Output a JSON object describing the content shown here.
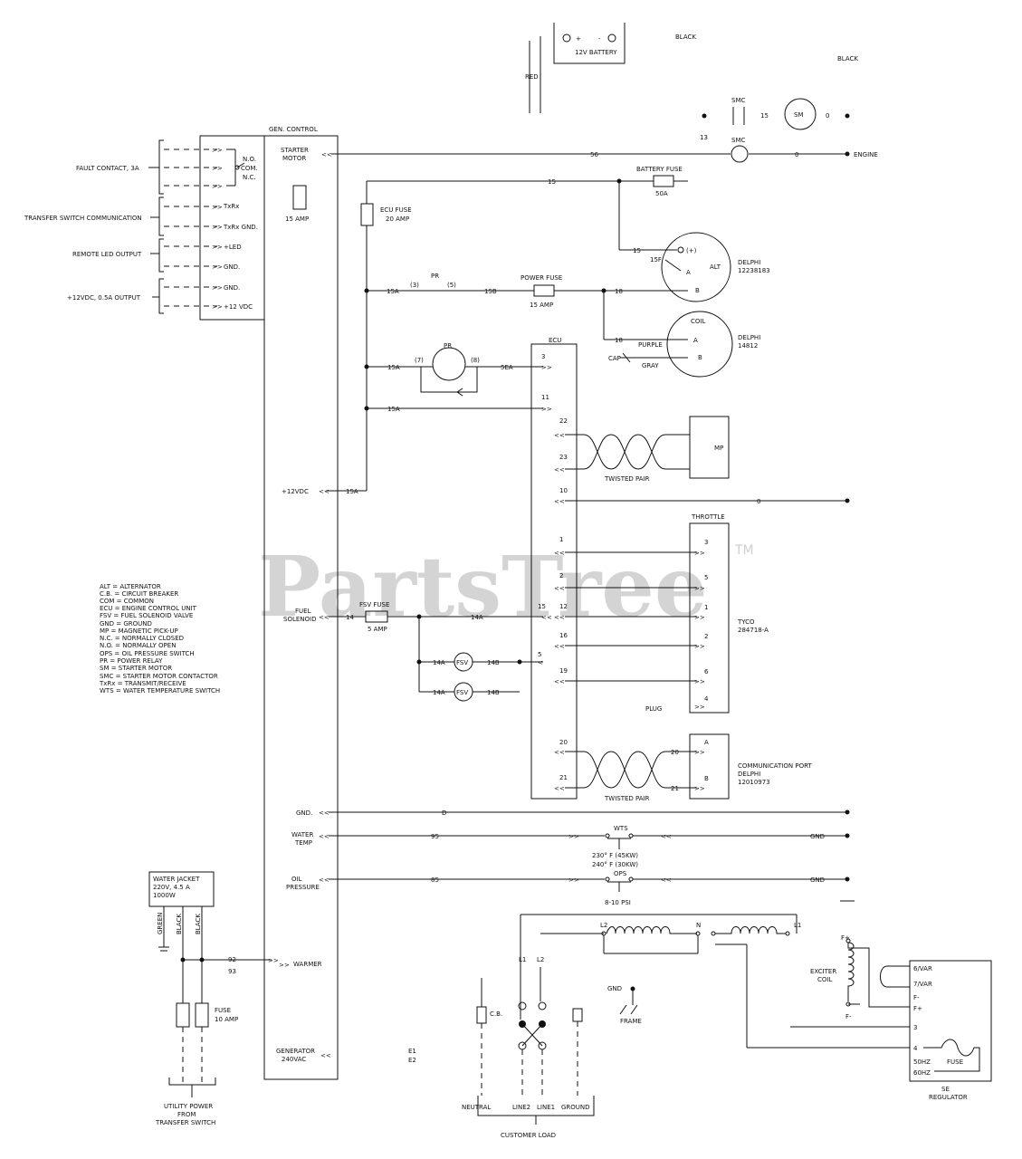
{
  "battery": {
    "label": "12V BATTERY",
    "plus": "+",
    "minus": "-",
    "red": "RED",
    "black1": "BLACK",
    "black2": "BLACK"
  },
  "starter": {
    "smc": "SMC",
    "sm": "SM",
    "n15": "15",
    "n0": "0",
    "n13": "13"
  },
  "gen_control": {
    "title": "GEN. CONTROL",
    "starter_motor": [
      "STARTER",
      "MOTOR"
    ],
    "fuse_15": "15 AMP",
    "plus12vdc": "+12VDC",
    "fuel_solenoid": [
      "FUEL",
      "SOLENOID"
    ],
    "gnd": "GND.",
    "water_temp": [
      "WATER",
      "TEMP"
    ],
    "oil_pressure": [
      "OIL",
      "PRESSURE"
    ],
    "warmer": "WARMER",
    "generator": [
      "GENERATOR",
      "240VAC"
    ]
  },
  "terminal_block": {
    "labels": [
      "N.O.",
      "COM.",
      "N.C.",
      "TxRx",
      "TxRx GND.",
      "+LED",
      "GND.",
      "GND.",
      "+12 VDC"
    ],
    "fault_contact": "FAULT CONTACT, 3A",
    "transfer_switch": "TRANSFER SWITCH COMMUNICATION",
    "remote_led": "REMOTE LED OUTPUT",
    "output_12v": "+12VDC, 0.5A OUTPUT"
  },
  "wires": {
    "w56": "56",
    "w0": "0",
    "w15": "15",
    "w15a": "15A",
    "w15b": "15B",
    "w18": "18",
    "w5ea": "5EA",
    "w14": "14",
    "w14a": "14A",
    "w14b": "14B",
    "w95": "95",
    "w85": "85",
    "w92": "92",
    "w93": "93",
    "wgnd": "GND",
    "wd": "D",
    "pr": "PR",
    "p3": "(3)",
    "p5": "(5)",
    "p7": "(7)",
    "p8": "(8)"
  },
  "engine": {
    "label": "ENGINE"
  },
  "battery_fuse": {
    "label": "BATTERY FUSE",
    "rating": "50A"
  },
  "ecu_fuse": {
    "label": "ECU FUSE",
    "rating": "20 AMP"
  },
  "power_fuse": {
    "label": "POWER FUSE",
    "rating": "15 AMP"
  },
  "fsv_fuse": {
    "label": "FSV FUSE",
    "rating": "5 AMP"
  },
  "alternator": {
    "label": "ALT",
    "maker": "DELPHI",
    "part": "12238183",
    "pos": "(+)",
    "a": "A",
    "b": "B",
    "n15": "15",
    "n15f": "15F"
  },
  "coil": {
    "label": "COIL",
    "maker": "DELPHI",
    "part": "14812",
    "a": "A",
    "b": "B",
    "purple": "PURPLE",
    "gray": "GRAY",
    "cap": "CAP"
  },
  "ecu": {
    "title": "ECU",
    "pins": [
      "3",
      "11",
      "22",
      "23",
      "10",
      "1",
      "2",
      "12",
      "15",
      "16",
      "5",
      "19",
      "20",
      "21"
    ],
    "twisted_pair": "TWISTED PAIR"
  },
  "mp": {
    "label": "MP"
  },
  "throttle": {
    "title": "THROTTLE",
    "pins": [
      "3",
      "5",
      "1",
      "2",
      "6",
      "4"
    ],
    "maker": "TYCO",
    "part": "284718-A",
    "plug": "PLUG"
  },
  "comm_port": {
    "pins": [
      "A",
      "B"
    ],
    "wire20": "20",
    "wire21": "21",
    "line1": "COMMUNICATION PORT",
    "line2": "DELPHI",
    "line3": "12010973"
  },
  "fsv": {
    "label": "FSV"
  },
  "wts": {
    "label": "WTS",
    "t1": "230° F (45KW)",
    "t2": "240° F (30KW)"
  },
  "ops": {
    "label": "OPS",
    "psi": "8-10 PSI"
  },
  "water_jacket": {
    "line1": "WATER JACKET",
    "line2": "220V, 4.5 A",
    "line3": "1000W",
    "green": "GREEN",
    "black1": "BLACK",
    "black2": "BLACK"
  },
  "utility_fuse": {
    "label": "FUSE",
    "rating": "10 AMP"
  },
  "utility": {
    "line1": "UTILITY POWER",
    "line2": "FROM",
    "line3": "TRANSFER SWITCH"
  },
  "ef": {
    "e1": "E1",
    "e2": "E2"
  },
  "generator": {
    "l2": "L2",
    "n": "N",
    "l1": "L1"
  },
  "breaker": {
    "cb": "C.B.",
    "l1": "L1",
    "l2": "L2"
  },
  "ground": {
    "gnd": "GND",
    "frame": "FRAME"
  },
  "customer": {
    "neutral": "NEUTRAL",
    "line2": "LINE2",
    "line1": "LINE1",
    "ground": "GROUND",
    "load": "CUSTOMER LOAD"
  },
  "exciter": {
    "label1": "EXCITER",
    "label2": "COIL",
    "f_plus": "F+",
    "f_minus": "F-"
  },
  "regulator": {
    "terminals": [
      "6/VAR",
      "7/VAR",
      "F-",
      "F+",
      "3",
      "4",
      "50HZ",
      "60HZ"
    ],
    "fuse": "FUSE",
    "title1": "SE",
    "title2": "REGULATOR"
  },
  "legend": [
    "ALT = ALTERNATOR",
    "C.B. = CIRCUIT BREAKER",
    "COM = COMMON",
    "ECU = ENGINE CONTROL UNIT",
    "FSV = FUEL SOLENOID VALVE",
    "GND = GROUND",
    "MP = MAGNETIC PICK-UP",
    "N.C. = NORMALLY CLOSED",
    "N.O. = NORMALLY OPEN",
    "OPS = OIL PRESSURE SWITCH",
    "PR = POWER RELAY",
    "SM = STARTER MOTOR",
    "SMC = STARTER MOTOR CONTACTOR",
    "TxRx = TRANSMIT/RECEIVE",
    "WTS = WATER TEMPERATURE SWITCH"
  ],
  "watermark": {
    "text": "PartsTree",
    "tm": "TM"
  }
}
